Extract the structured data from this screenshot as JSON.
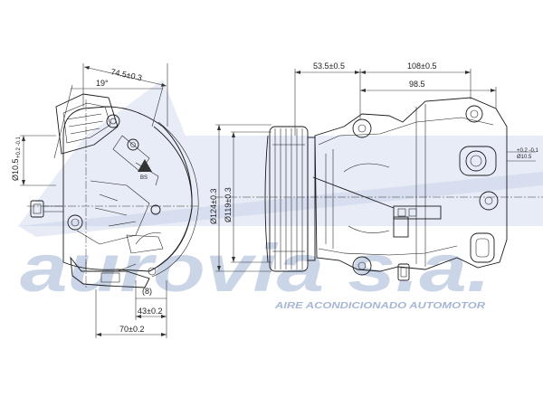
{
  "watermark": {
    "brand": "aurovia s.a.",
    "tagline": "AIRE ACONDICIONADO AUTOMOTOR",
    "color": "#9fb2d6"
  },
  "dimensions": {
    "side_width": "74.5±0.3",
    "side_angle": "19°",
    "side_port_dia": "Ø10.5",
    "side_port_tol": "+0.2 -0.1",
    "pulley_dia": "Ø124±0.3",
    "groove_dia": "Ø119±0.3",
    "bracket_offset": "(8)",
    "foot_43": "43±0.2",
    "foot_70": "70±0.2",
    "front_53": "53.5±0.5",
    "front_108": "108±0.5",
    "front_98": "98.5",
    "front_port_dia": "Ø10.5",
    "front_port_tol": "+0.2 -0.1"
  }
}
